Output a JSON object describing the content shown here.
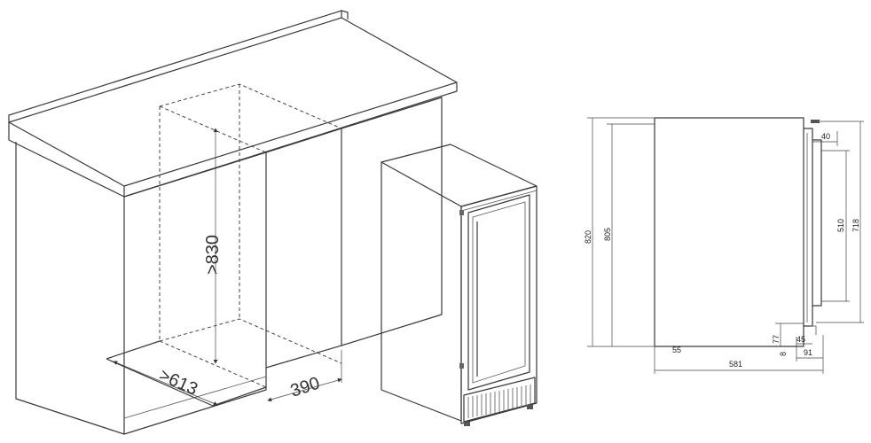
{
  "colors": {
    "line": "#3a3a3a",
    "cabinet_fill": "#f3f3f3",
    "shade": "#dcdcdc"
  },
  "perspective": {
    "height_label": ">830",
    "depth_label": ">613",
    "width_label": "390"
  },
  "side_view": {
    "labels": {
      "total_height": "820",
      "body_height": "805",
      "top_offset": "40",
      "door_height": "510",
      "door_frame_height": "718",
      "bottom_left": "55",
      "kick_height": "77",
      "kick_gap": "8",
      "door_depth": "45",
      "door_total": "91",
      "body_depth": "581"
    }
  }
}
